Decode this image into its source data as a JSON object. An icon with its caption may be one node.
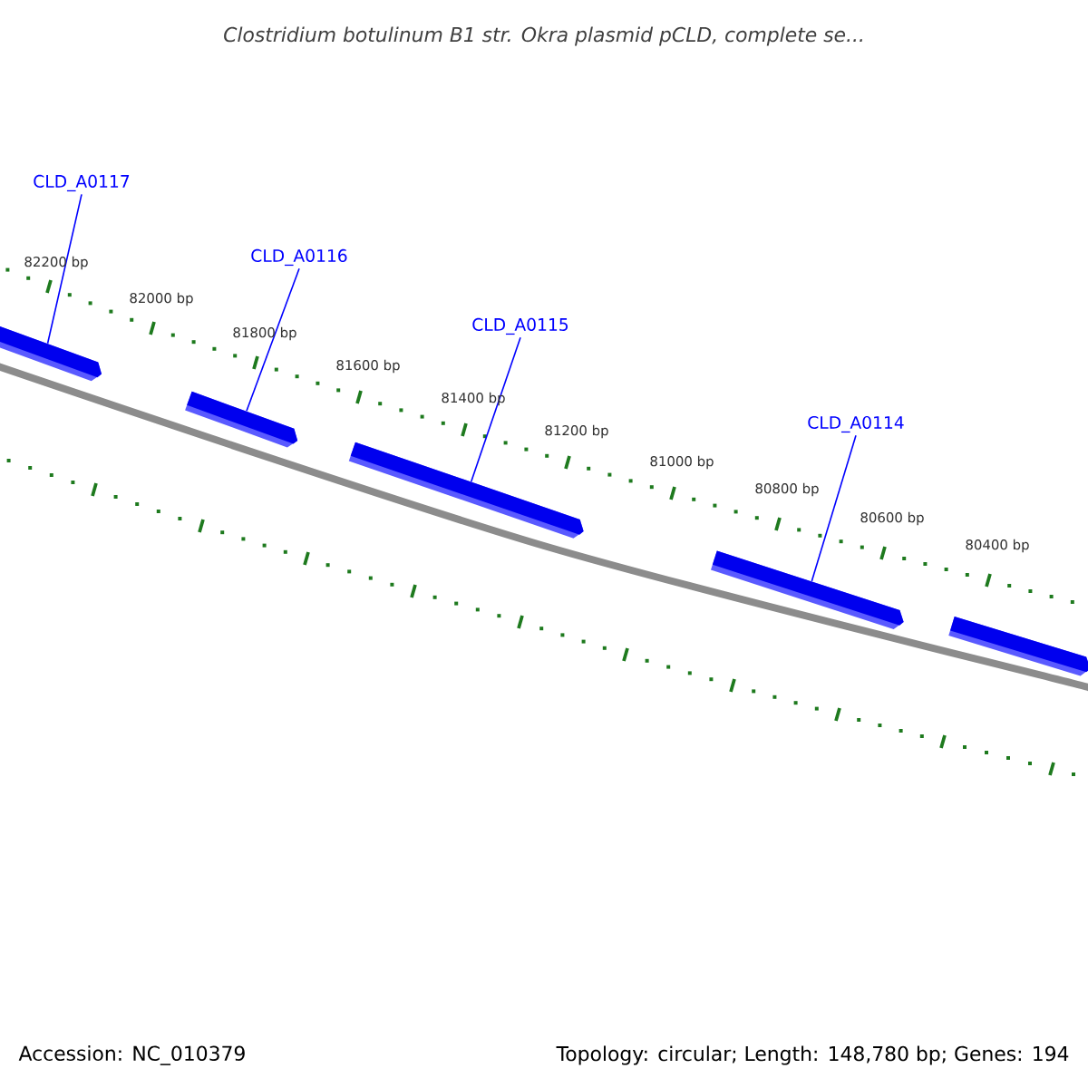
{
  "diagram": {
    "title": "Clostridium botulinum B1 str. Okra plasmid pCLD, complete se...",
    "nodes": [
      {
        "text": [],
        "shape": "arrow"
      },
      {
        "text": [],
        "shape": "arrow"
      },
      {
        "text": [],
        "shape": "arrow"
      },
      {
        "text": [],
        "shape": "arrow"
      },
      {
        "text": [],
        "shape": "arrow"
      },
      {
        "text": [
          "CLD_A0117"
        ]
      },
      {
        "text": [
          "CLD_A0116"
        ]
      },
      {
        "text": [
          "CLD_A0115"
        ]
      },
      {
        "text": [
          "CLD_A0114"
        ]
      }
    ],
    "edges": [
      {
        "from": 5,
        "to": 0,
        "arrow": "none"
      },
      {
        "from": 6,
        "to": 1,
        "arrow": "none"
      },
      {
        "from": 7,
        "to": 2,
        "arrow": "none"
      },
      {
        "from": 8,
        "to": 3,
        "arrow": "none"
      }
    ],
    "labels": [
      "82200 bp",
      "82000 bp",
      "81800 bp",
      "81600 bp",
      "81400 bp",
      "81200 bp",
      "81000 bp",
      "80800 bp",
      "80600 bp",
      "80400 bp",
      "Accession: NC_010379",
      "Topology: circular; Length: 148,780 bp; Genes: 194"
    ]
  }
}
